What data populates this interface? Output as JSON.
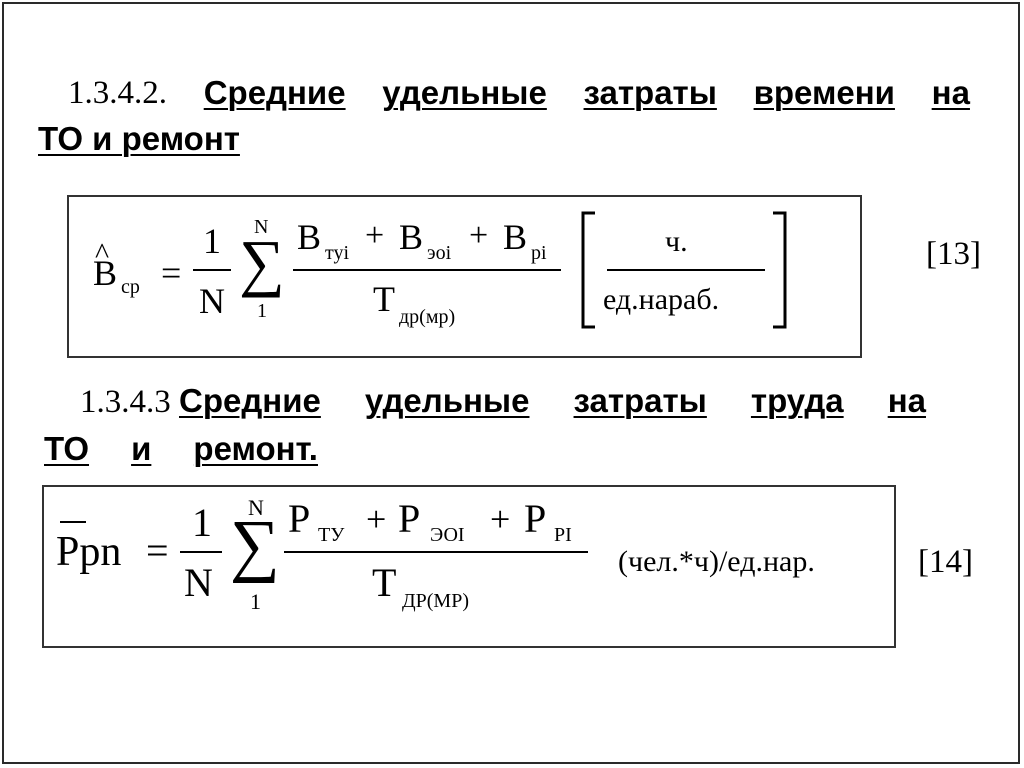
{
  "heading1": {
    "number": "1.3.4.2.",
    "line1_words": [
      "Средние",
      "удельные",
      "затраты",
      "времени",
      "на"
    ],
    "line2": "ТО и ремонт"
  },
  "formula1": {
    "lhs_symbol": "B",
    "lhs_hat": "^",
    "lhs_sub": "ср",
    "equals": "=",
    "coef_num": "1",
    "coef_den": "N",
    "sum_upper": "N",
    "sum_symbol": "∑",
    "sum_lower": "1",
    "num_terms": [
      {
        "sym": "B",
        "sub": "туi"
      },
      {
        "sym": "B",
        "sub": "эоi"
      },
      {
        "sym": "B",
        "sub": "pi"
      }
    ],
    "plus": "+",
    "den_sym": "T",
    "den_sub": "др(мр)",
    "unit_num": "ч.",
    "unit_den": "ед.нараб.",
    "eq_number": "[13]"
  },
  "heading2": {
    "number": "1.3.4.3",
    "line1_words": [
      "Средние",
      "удельные",
      "затраты",
      "труда",
      "на"
    ],
    "line2_words": [
      "ТО",
      "и",
      "ремонт."
    ]
  },
  "formula2": {
    "lhs_bar": "—",
    "lhs": "Ppn",
    "equals": "=",
    "coef_num": "1",
    "coef_den": "N",
    "sum_upper": "N",
    "sum_symbol": "∑",
    "sum_lower": "1",
    "num_terms": [
      {
        "sym": "P",
        "sub": "ТУ"
      },
      {
        "sym": "P",
        "sub": "ЭОI"
      },
      {
        "sym": "P",
        "sub": "PI"
      }
    ],
    "plus": "+",
    "den_sym": "T",
    "den_sub": "ДР(МР)",
    "unit": "(чел.*ч)/ед.нар.",
    "eq_number": "[14]"
  }
}
